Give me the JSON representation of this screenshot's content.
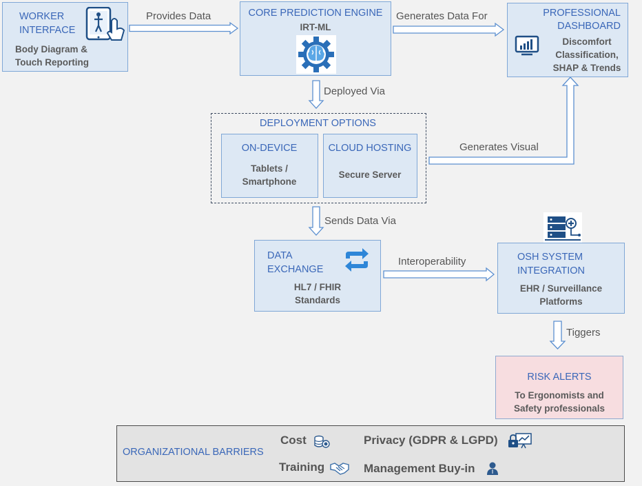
{
  "worker": {
    "title_1": "WORKER",
    "title_2": "INTERFACE",
    "sub_1": "Body Diagram &",
    "sub_2": "Touch Reporting",
    "icon": "tablet-touch-icon"
  },
  "engine": {
    "title": "CORE PREDICTION ENGINE",
    "sub": "IRT-ML",
    "icon": "brain-gear-icon"
  },
  "dashboard": {
    "title_1": "PROFESSIONAL",
    "title_2": "DASHBOARD",
    "sub_1": "Discomfort",
    "sub_2": "Classification,",
    "sub_3": "SHAP & Trends",
    "icon": "monitor-chart-icon"
  },
  "deployment": {
    "title": "DEPLOYMENT OPTIONS",
    "on_device": {
      "title": "ON-DEVICE",
      "sub_1": "Tablets /",
      "sub_2": "Smartphone"
    },
    "cloud": {
      "title": "CLOUD HOSTING",
      "sub": "Secure Server"
    }
  },
  "exchange": {
    "title_1": "DATA",
    "title_2": "EXCHANGE",
    "sub_1": "HL7 / FHIR",
    "sub_2": "Standards",
    "icon": "sync-arrows-icon"
  },
  "osh": {
    "title_1": "OSH SYSTEM",
    "title_2": "INTEGRATION",
    "sub_1": "EHR / Surveillance",
    "sub_2": "Platforms",
    "icon": "server-medical-icon"
  },
  "alerts": {
    "title": "RISK ALERTS",
    "sub_1": "To Ergonomists and",
    "sub_2": "Safety professionals"
  },
  "arrows": {
    "provides_data": "Provides Data",
    "generates_data_for": "Generates Data For",
    "deployed_via": "Deployed Via",
    "generates_visual": "Generates Visual",
    "sends_data_via": "Sends Data Via",
    "interoperability": "Interoperability",
    "triggers": "Tiggers"
  },
  "barriers": {
    "title": "ORGANIZATIONAL BARRIERS",
    "cost": "Cost",
    "privacy": "Privacy (GDPR & LGPD)",
    "training": "Training",
    "management": "Management Buy-in"
  },
  "colors": {
    "box_fill": "#dde8f4",
    "box_border": "#7fa7d6",
    "title_blue": "#3a67b8",
    "alert_fill": "#f7dde0",
    "background": "#f2f2f2"
  }
}
